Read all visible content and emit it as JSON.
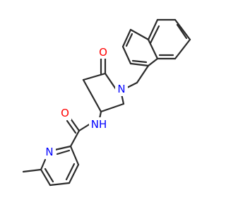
{
  "molecule": {
    "atoms": [
      {
        "id": "O1",
        "label": "O",
        "color": "#ff0000"
      },
      {
        "id": "N1",
        "label": "N",
        "color": "#0000ff"
      },
      {
        "id": "N2",
        "label": "NH",
        "color": "#0000ff"
      },
      {
        "id": "O2",
        "label": "O",
        "color": "#ff0000"
      },
      {
        "id": "N3",
        "label": "N",
        "color": "#0000ff"
      }
    ],
    "bond_color": "#2b2b2b"
  }
}
